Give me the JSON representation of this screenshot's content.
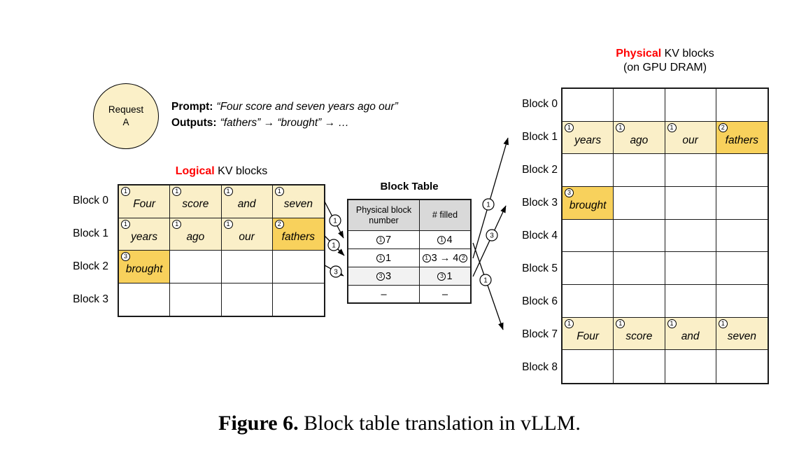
{
  "request": {
    "line1": "Request",
    "line2": "A"
  },
  "prompt": {
    "label": "Prompt:",
    "text": "“Four score and seven years ago our”"
  },
  "outputs": {
    "label": "Outputs:",
    "text": "“fathers” → “brought” → …"
  },
  "logical": {
    "title_highlight": "Logical",
    "title_rest": " KV blocks",
    "rows": [
      {
        "label": "Block 0",
        "cells": [
          {
            "badge": "1",
            "word": "Four"
          },
          {
            "badge": "1",
            "word": "score"
          },
          {
            "badge": "1",
            "word": "and"
          },
          {
            "badge": "1",
            "word": "seven"
          }
        ]
      },
      {
        "label": "Block 1",
        "cells": [
          {
            "badge": "1",
            "word": "years"
          },
          {
            "badge": "1",
            "word": "ago"
          },
          {
            "badge": "1",
            "word": "our"
          },
          {
            "badge": "2",
            "word": "fathers"
          }
        ]
      },
      {
        "label": "Block 2",
        "cells": [
          {
            "badge": "3",
            "word": "brought"
          },
          {},
          {},
          {}
        ]
      },
      {
        "label": "Block 3",
        "cells": [
          {},
          {},
          {},
          {}
        ]
      }
    ]
  },
  "block_table": {
    "title": "Block Table",
    "col_headers": [
      "Physical block number",
      "# filled"
    ],
    "rows": [
      {
        "col1_badge": "1",
        "col1": "7",
        "col2_badge": "1",
        "col2": "4"
      },
      {
        "col1_badge": "1",
        "col1": "1",
        "col2_badge": "1",
        "col2": "3 → 4",
        "col2_suffix_badge": "2"
      },
      {
        "col1_badge": "3",
        "col1": "3",
        "col2_badge": "3",
        "col2": "1"
      },
      {
        "col1": "–",
        "col2": "–"
      }
    ]
  },
  "physical": {
    "title_highlight": "Physical",
    "title_rest": " KV blocks",
    "subtitle": "(on GPU DRAM)",
    "rows": [
      {
        "label": "Block 0",
        "cells": [
          {},
          {},
          {},
          {}
        ]
      },
      {
        "label": "Block 1",
        "cells": [
          {
            "badge": "1",
            "word": "years"
          },
          {
            "badge": "1",
            "word": "ago"
          },
          {
            "badge": "1",
            "word": "our"
          },
          {
            "badge": "2",
            "word": "fathers"
          }
        ]
      },
      {
        "label": "Block 2",
        "cells": [
          {},
          {},
          {},
          {}
        ]
      },
      {
        "label": "Block 3",
        "cells": [
          {
            "badge": "3",
            "word": "brought"
          },
          {},
          {},
          {}
        ]
      },
      {
        "label": "Block 4",
        "cells": [
          {},
          {},
          {},
          {}
        ]
      },
      {
        "label": "Block 5",
        "cells": [
          {},
          {},
          {},
          {}
        ]
      },
      {
        "label": "Block 6",
        "cells": [
          {},
          {},
          {},
          {}
        ]
      },
      {
        "label": "Block 7",
        "cells": [
          {
            "badge": "1",
            "word": "Four"
          },
          {
            "badge": "1",
            "word": "score"
          },
          {
            "badge": "1",
            "word": "and"
          },
          {
            "badge": "1",
            "word": "seven"
          }
        ]
      },
      {
        "label": "Block 8",
        "cells": [
          {},
          {},
          {},
          {}
        ]
      }
    ]
  },
  "arrows": {
    "logical_to_table": [
      {
        "badge": "1"
      },
      {
        "badge": "1"
      },
      {
        "badge": "3"
      }
    ],
    "table_to_physical": [
      {
        "badge": "1"
      },
      {
        "badge": "3"
      },
      {
        "badge": "1"
      }
    ]
  },
  "caption": {
    "label": "Figure 6.",
    "text": " Block table translation in vLLM."
  },
  "colors": {
    "cell_cream": "#FAEFC8",
    "cell_gold": "#F8D15C",
    "table_header_gray": "#D9D9D9",
    "table_row_gray": "#F2F2F2",
    "highlight_red": "#FF0000"
  }
}
